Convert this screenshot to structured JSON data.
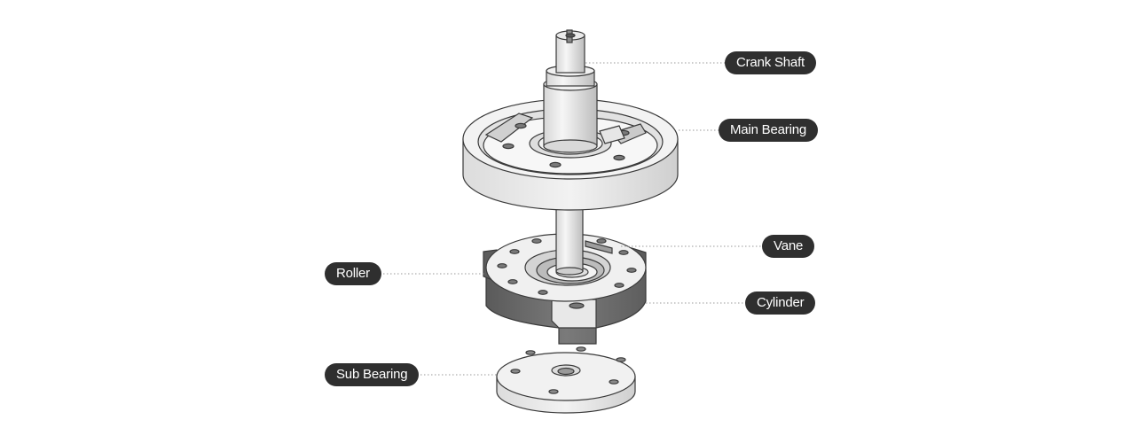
{
  "labels": {
    "crank_shaft": "Crank Shaft",
    "main_bearing": "Main Bearing",
    "vane": "Vane",
    "roller": "Roller",
    "cylinder": "Cylinder",
    "sub_bearing": "Sub Bearing"
  },
  "colors": {
    "label_bg": "#2f2f2f",
    "label_text": "#ffffff",
    "part_light": "#ececec",
    "part_mid": "#d9d9d9",
    "part_dark": "#6a6a6a",
    "outline": "#3a3a3a"
  }
}
